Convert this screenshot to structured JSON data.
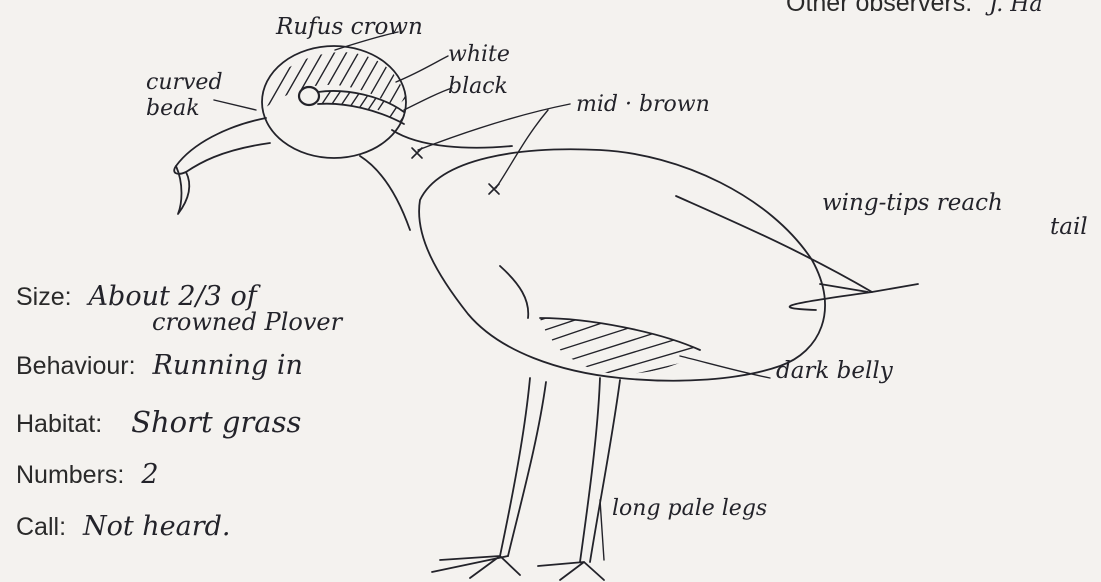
{
  "header": {
    "observers_label": "Other observers:",
    "observers_value": "J. Ha"
  },
  "annotations": {
    "crown": "Rufus crown",
    "white": "white",
    "black": "black",
    "beak_line1": "curved",
    "beak_line2": "beak",
    "mid_brown": "mid · brown",
    "wingtips_line1": "wing-tips reach",
    "wingtips_line2": "tail",
    "belly": "dark belly",
    "legs": "long pale legs"
  },
  "fields": {
    "size": {
      "label": "Size:",
      "value_line1": "About 2/3 of",
      "value_line2": "crowned Plover"
    },
    "behaviour": {
      "label": "Behaviour:",
      "value": "Running in"
    },
    "habitat": {
      "label": "Habitat:",
      "value": "Short grass"
    },
    "numbers": {
      "label": "Numbers:",
      "value": "2"
    },
    "call": {
      "label": "Call:",
      "value": "Not heard."
    }
  },
  "colors": {
    "paper": "#f4f2ef",
    "ink": "#23232a"
  }
}
